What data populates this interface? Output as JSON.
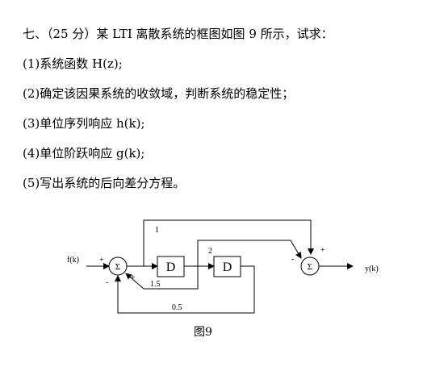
{
  "question": {
    "title": "七、（25 分）某 LTI 离散系统的框图如图 9 所示，试求：",
    "items": [
      "(1)系统函数 H(z);",
      "(2)确定该因果系统的收敛域，判断系统的稳定性；",
      "(3)单位序列响应 h(k);",
      "(4)单位阶跃响应 g(k);",
      "(5)写出系统的后向差分方程。"
    ]
  },
  "figure": {
    "caption": "图9",
    "input_label": "f(k)",
    "output_label": "y(k)",
    "adder_symbol": "Σ",
    "delay_label": "D",
    "gains": {
      "top": "1",
      "middle": "2",
      "fb_inner": "1.5",
      "fb_outer": "0.5"
    },
    "signs": {
      "adder1_input": "+",
      "adder1_inner_fb": "+",
      "adder1_outer_fb": "-",
      "adder2_top": "+",
      "adder2_middle": "-"
    }
  }
}
